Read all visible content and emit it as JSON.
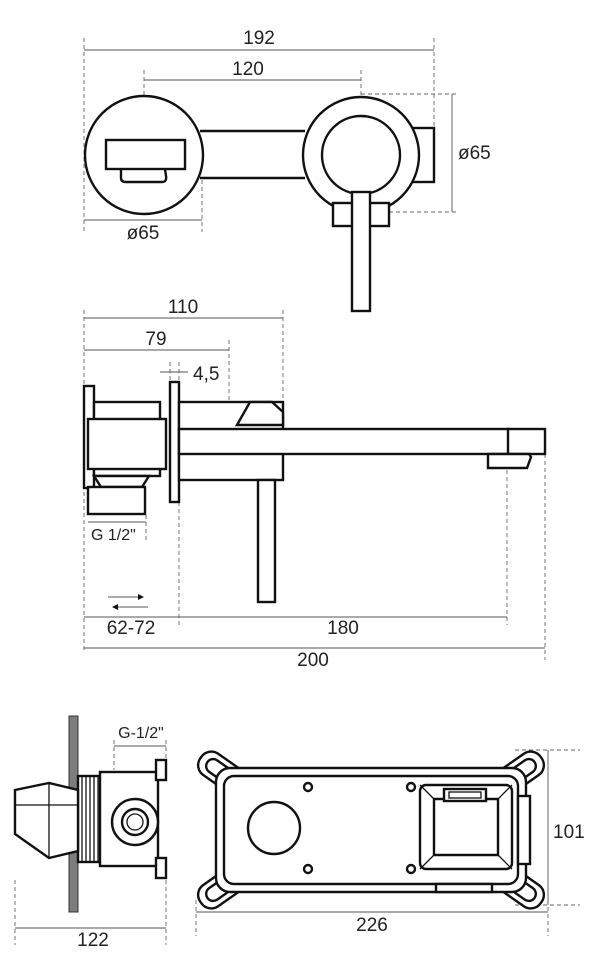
{
  "top_view": {
    "dim_total_width": "192",
    "dim_center_distance": "120",
    "dim_left_diameter": "ø65",
    "dim_right_diameter": "ø65"
  },
  "side_view": {
    "dim_110": "110",
    "dim_79": "79",
    "dim_plate": "4,5",
    "dim_thread": "G 1/2\"",
    "dim_wall_range": "62-72",
    "dim_spout_reach": "180",
    "dim_total_length": "200"
  },
  "box_side_view": {
    "dim_thread": "G-1/2\"",
    "dim_depth": "122"
  },
  "box_front_view": {
    "dim_width": "226",
    "dim_height": "101"
  }
}
